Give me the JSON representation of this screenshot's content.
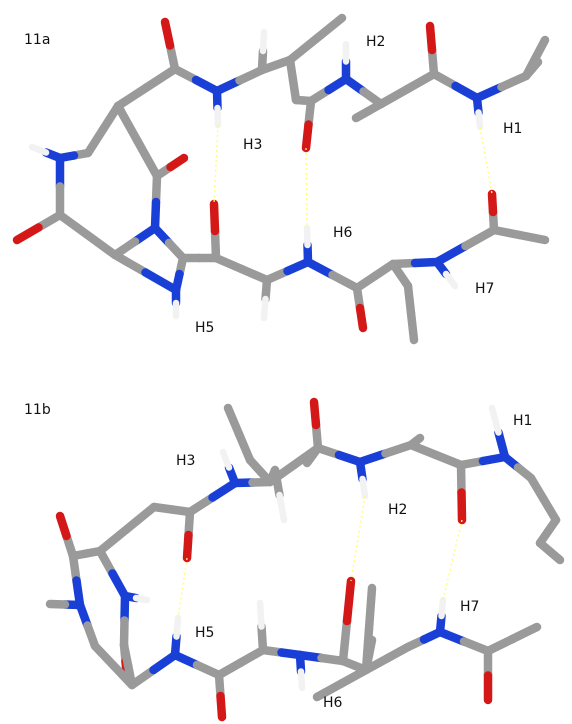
{
  "colors": {
    "carbon": "#9a9a9a",
    "nitrogen": "#1a3fd6",
    "oxygen": "#d41818",
    "hydrogen": "#f2f2f2",
    "hbond": "#ffff66"
  },
  "panels": [
    {
      "id": "11a",
      "label": "11a",
      "atom_labels": [
        "H1",
        "H2",
        "H3",
        "H5",
        "H6",
        "H7"
      ]
    },
    {
      "id": "11b",
      "label": "11b",
      "atom_labels": [
        "H1",
        "H2",
        "H3",
        "H5",
        "H6",
        "H7"
      ]
    }
  ]
}
